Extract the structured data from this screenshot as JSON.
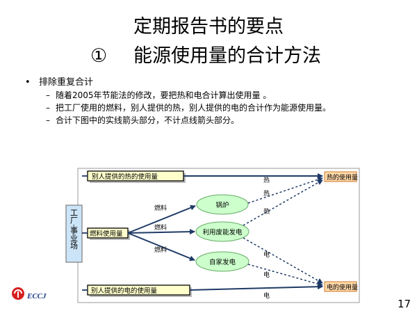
{
  "slide": {
    "title_line1": "定期报告书的要点",
    "title_num": "①",
    "title_line2": "能源使用量的合计方法",
    "bullet": "排除重复合计",
    "sub_items": [
      "随着2005年节能法的修改，要把热和电合计算出使用量 。",
      "把工厂使用的燃料，别人提供的热，别人提供的电的合计作为能源使用量。",
      "合计下图中的实线箭头部分，不计点线箭头部分。"
    ],
    "page_number": "17",
    "logo_text": "ECCJ"
  },
  "diagram": {
    "factory_label": "工厂·事业场",
    "heat_supplied": "别人提供的热的使用量",
    "fuel_use": "燃料使用量",
    "elec_supplied": "别人提供的电的使用量",
    "boiler": "锅炉",
    "waste_heat_gen": "利用废能发电",
    "self_gen": "自家发电",
    "heat_use": "热的使用量",
    "elec_use": "电的使用量",
    "fuel_label": "燃料",
    "heat_label": "热",
    "elec_label": "电"
  },
  "colors": {
    "box_fill": "#ffffcc",
    "box_border": "#000000",
    "ellipse_fill": "#ccffcc",
    "ellipse_border": "#66aa66",
    "factory_fill": "#cce4f7",
    "output_fill": "#ffd8a8",
    "arrow": "#1f3a66"
  }
}
